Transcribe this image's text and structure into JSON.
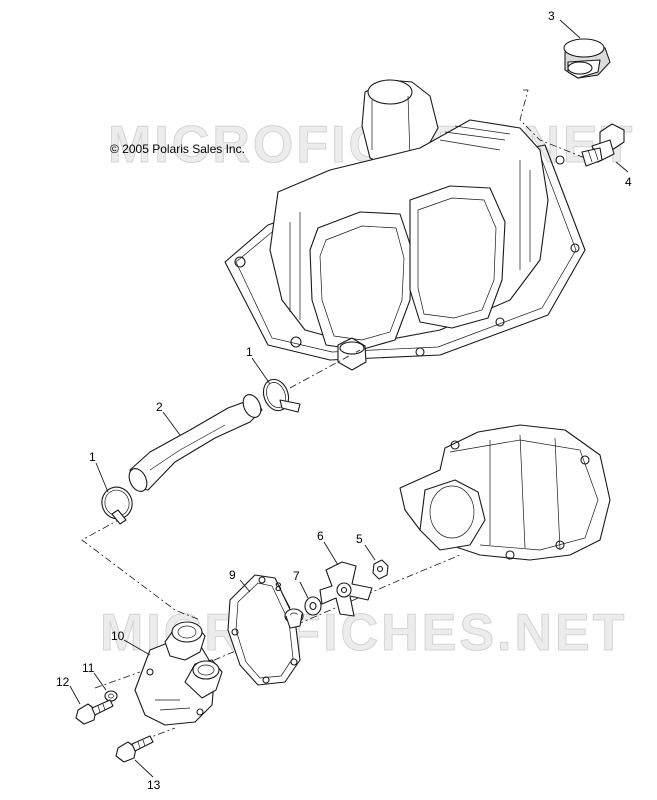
{
  "copyright": "© 2005 Polaris Sales Inc.",
  "watermark": "MICROFICHES.NET",
  "callouts": [
    "1",
    "2",
    "1",
    "3",
    "4",
    "5",
    "6",
    "7",
    "8",
    "9",
    "10",
    "11",
    "12",
    "13"
  ]
}
